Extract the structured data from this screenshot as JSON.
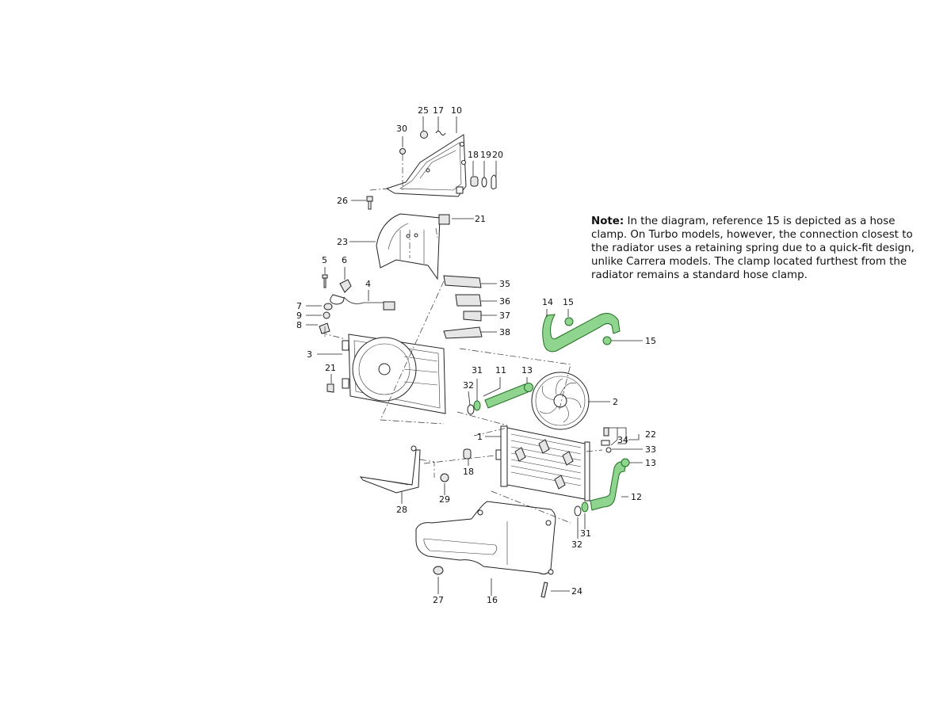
{
  "note": {
    "label": "Note:",
    "text": " In the diagram, reference 15 is depicted as a hose clamp. On Turbo models, however, the connection closest to the radiator uses a retaining spring due to a quick-fit design, unlike Carrera models. The clamp located furthest from the radiator remains a standard hose clamp."
  },
  "callouts": [
    "25",
    "17",
    "10",
    "30",
    "18",
    "19",
    "20",
    "26",
    "21",
    "23",
    "5",
    "6",
    "4",
    "35",
    "36",
    "7",
    "9",
    "8",
    "37",
    "38",
    "14",
    "15",
    "15",
    "3",
    "21",
    "31",
    "11",
    "13",
    "32",
    "2",
    "1",
    "34",
    "22",
    "33",
    "13",
    "18",
    "12",
    "28",
    "29",
    "31",
    "32",
    "24",
    "27",
    "16"
  ],
  "colors": {
    "highlight": "#8fd48f",
    "line": "#222222"
  }
}
